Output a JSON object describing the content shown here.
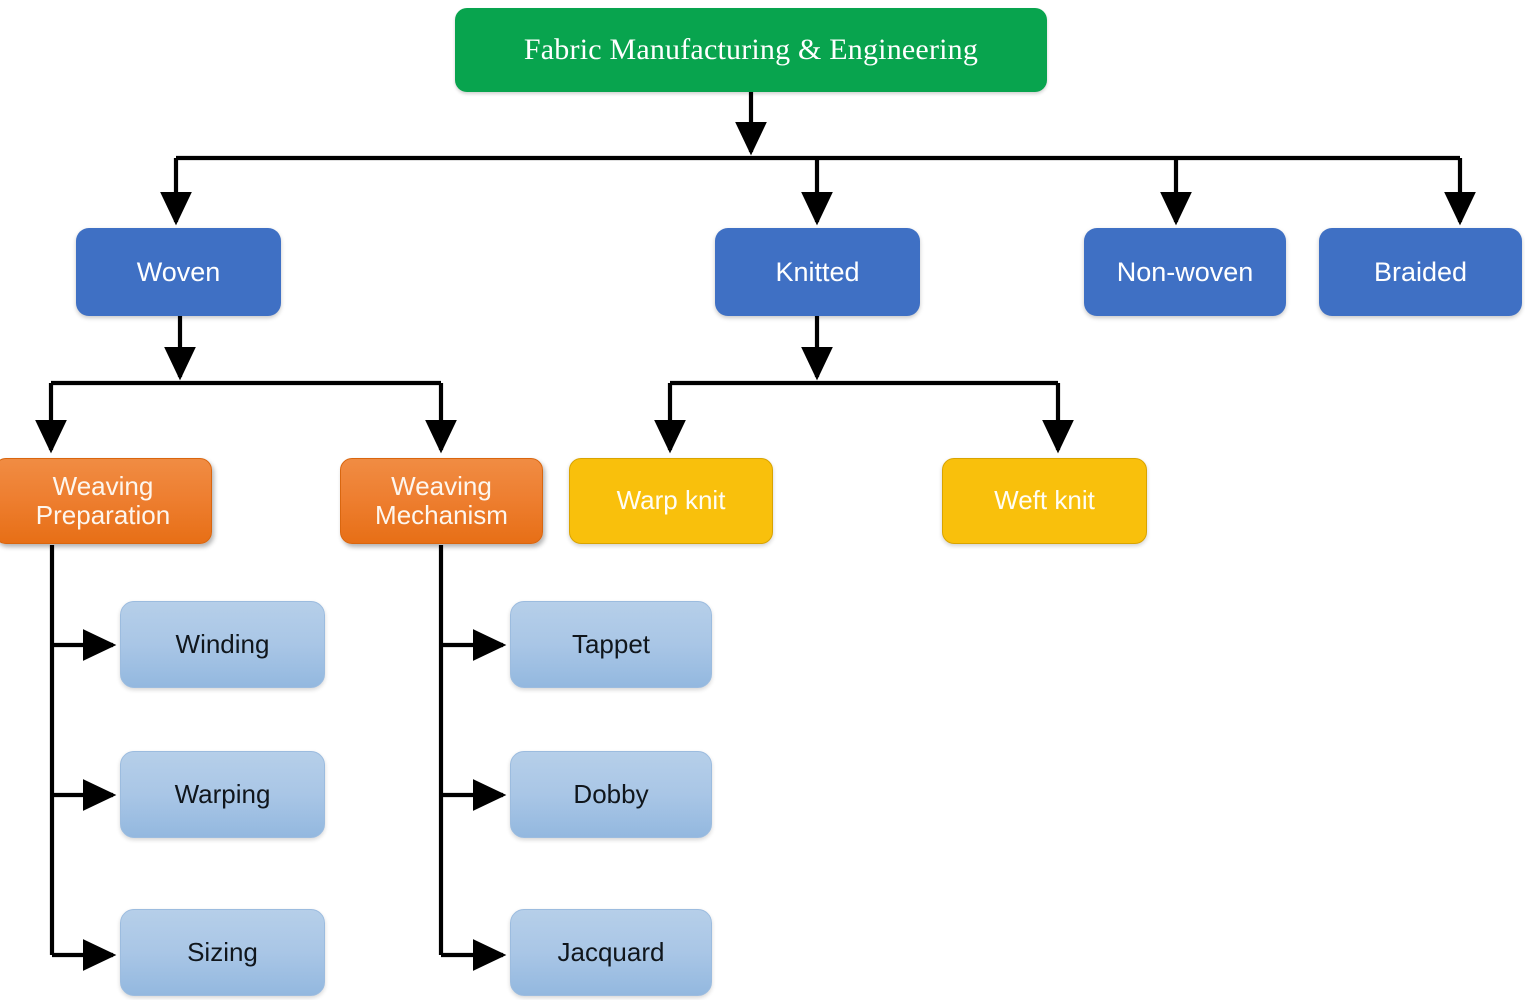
{
  "diagram": {
    "title": "Fabric Manufacturing & Engineering classification flowchart",
    "background": "#FFFFFF",
    "colors": {
      "root_green": "#08A44E",
      "level2_blue": "#3F70C4",
      "orange": "#EE7F31",
      "yellow": "#F9C00C",
      "leaf_light_blue": "#A9C6E6",
      "connector_black": "#000000"
    },
    "root": {
      "label": "Fabric Manufacturing & Engineering"
    },
    "level2": [
      {
        "label": "Woven"
      },
      {
        "label": "Knitted"
      },
      {
        "label": "Non-woven"
      },
      {
        "label": "Braided"
      }
    ],
    "woven_children": [
      {
        "label_line1": "Weaving",
        "label_line2": "Preparation"
      },
      {
        "label_line1": "Weaving",
        "label_line2": "Mechanism"
      }
    ],
    "knitted_children": [
      {
        "label": "Warp knit"
      },
      {
        "label": "Weft knit"
      }
    ],
    "weaving_preparation_children": [
      {
        "label": "Winding"
      },
      {
        "label": "Warping"
      },
      {
        "label": "Sizing"
      }
    ],
    "weaving_mechanism_children": [
      {
        "label": "Tappet"
      },
      {
        "label": "Dobby"
      },
      {
        "label": "Jacquard"
      }
    ]
  }
}
